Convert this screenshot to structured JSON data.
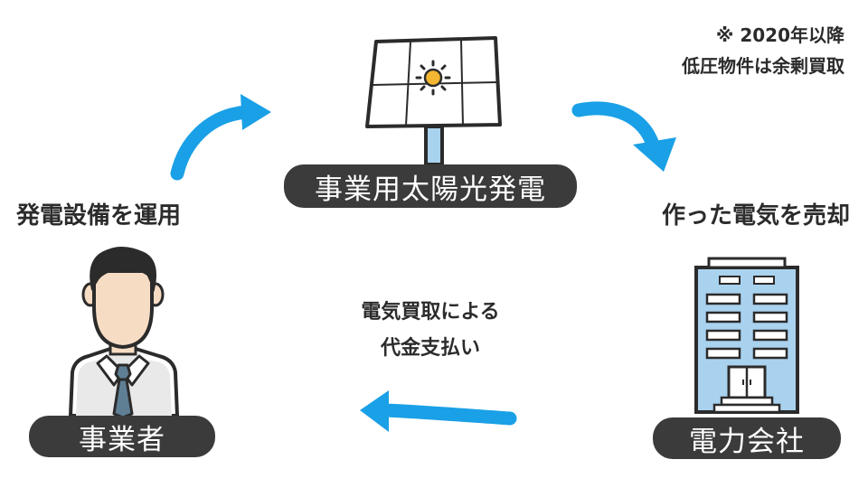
{
  "nodes": {
    "solar": {
      "label": "事業用太陽光発電"
    },
    "operator": {
      "label": "事業者"
    },
    "utility": {
      "label": "電力会社"
    }
  },
  "edges": {
    "operator_to_solar": {
      "label": "発電設備を運用"
    },
    "solar_to_utility": {
      "label": "作った電気を売却"
    },
    "utility_to_operator": {
      "line1": "電気買取による",
      "line2": "代金支払い"
    }
  },
  "note": {
    "line1": "※ 2020年以降",
    "line2": "低圧物件は余剰買取"
  },
  "colors": {
    "arrow": "#1aa0e6",
    "pill_bg": "#3b3b3b",
    "sun": "#f5b731",
    "building": "#a9d2ef",
    "tie": "#5f7f95"
  }
}
